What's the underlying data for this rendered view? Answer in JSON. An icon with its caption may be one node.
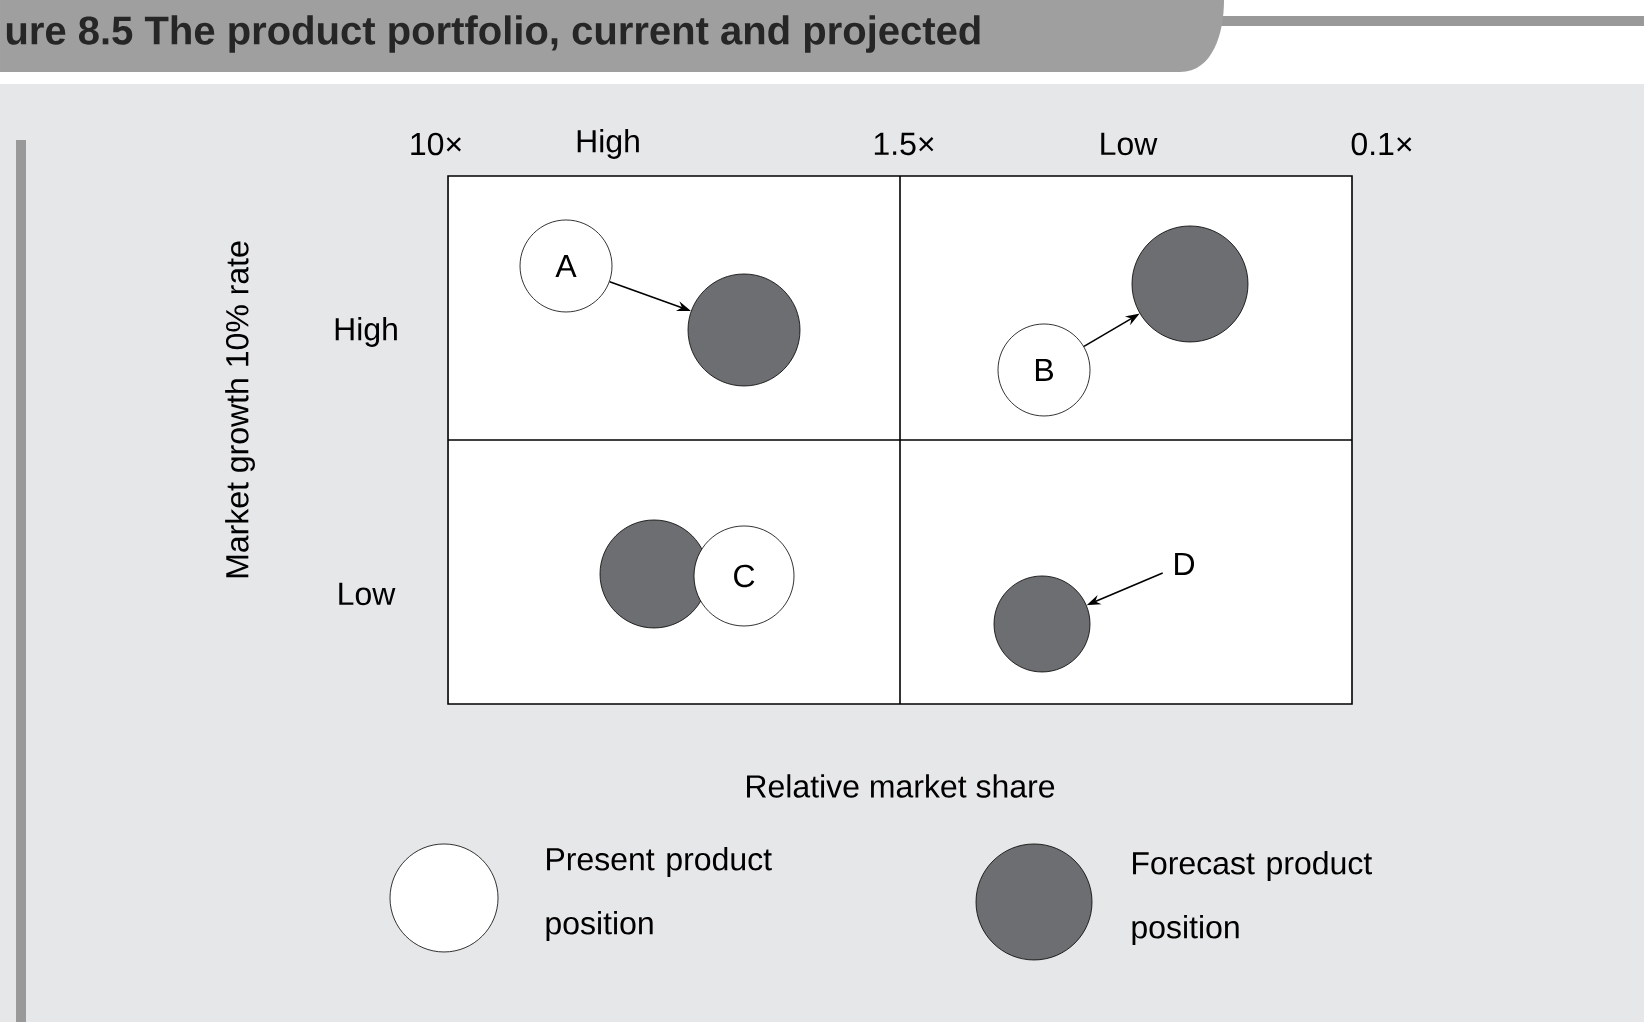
{
  "diagram": {
    "title": "ure 8.5 The product portfolio, current and projected",
    "nodes": [
      {
        "text": [
          "A"
        ]
      },
      {
        "text": [],
        "shape": "circle"
      },
      {
        "text": [],
        "shape": "circle"
      },
      {
        "text": [
          "B"
        ]
      },
      {
        "text": [],
        "shape": "circle"
      },
      {
        "text": [
          "C"
        ]
      },
      {
        "text": [
          "D"
        ]
      },
      {
        "text": [],
        "shape": "circle"
      }
    ],
    "edges": [
      {
        "from": 0,
        "to": 1,
        "arrow": "to"
      },
      {
        "from": 3,
        "to": 2,
        "arrow": "to"
      },
      {
        "from": 6,
        "to": 7,
        "arrow": "to"
      }
    ],
    "labels": [
      "10×",
      "High",
      "1.5×",
      "Low",
      "0.1×",
      "Market  growth 10% rate",
      "High",
      "Low",
      "Relative market share"
    ],
    "legend": [
      {
        "text": "Present product position",
        "color": "#ffffff"
      },
      {
        "text": "Forecast product position",
        "color": "#6d6e71"
      }
    ]
  }
}
